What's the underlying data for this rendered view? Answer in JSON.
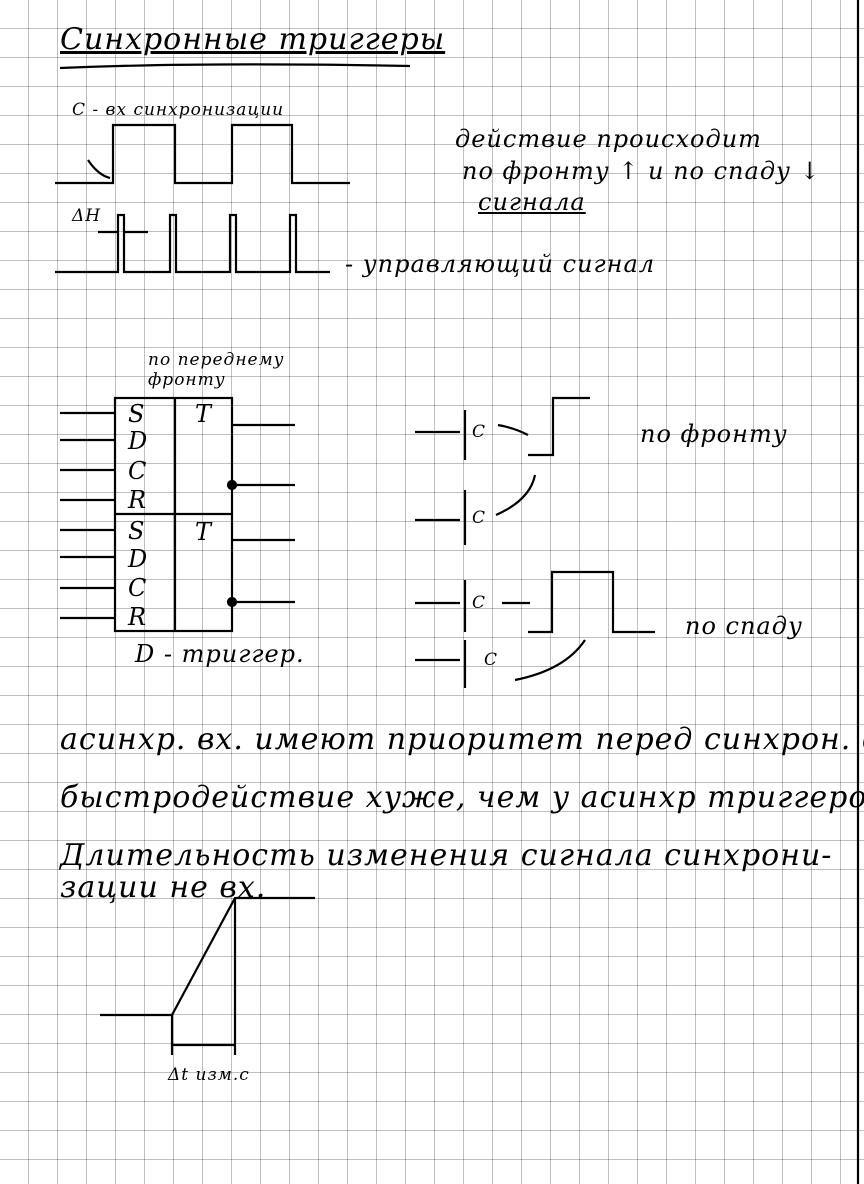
{
  "title": "Синхронные триггеры",
  "clock_label": "С - вх синхронизации",
  "action_note": [
    "действие происходит",
    "по фронту ↑ и по спаду ↓",
    "сигнала"
  ],
  "delta_h": "ΔH",
  "control_signal": "- управляющий сигнал",
  "front_note": [
    "по переднему",
    "фронту"
  ],
  "trigger_pins": [
    "S",
    "D",
    "C",
    "R",
    "S",
    "D",
    "C",
    "R"
  ],
  "trigger_outputs": [
    "T",
    "T"
  ],
  "trigger_caption": "D - триггер.",
  "input_label": "C",
  "by_front": "по фронту",
  "by_fall": "по спаду",
  "lines": [
    "асинхр. вх. имеют приоритет перед синхрон. вх",
    "быстродействие хуже, чем у асинхр триггеров",
    "Длительность изменения сигнала синхрони-",
    "зации не вх."
  ],
  "delta_t": "Δt изм.с"
}
